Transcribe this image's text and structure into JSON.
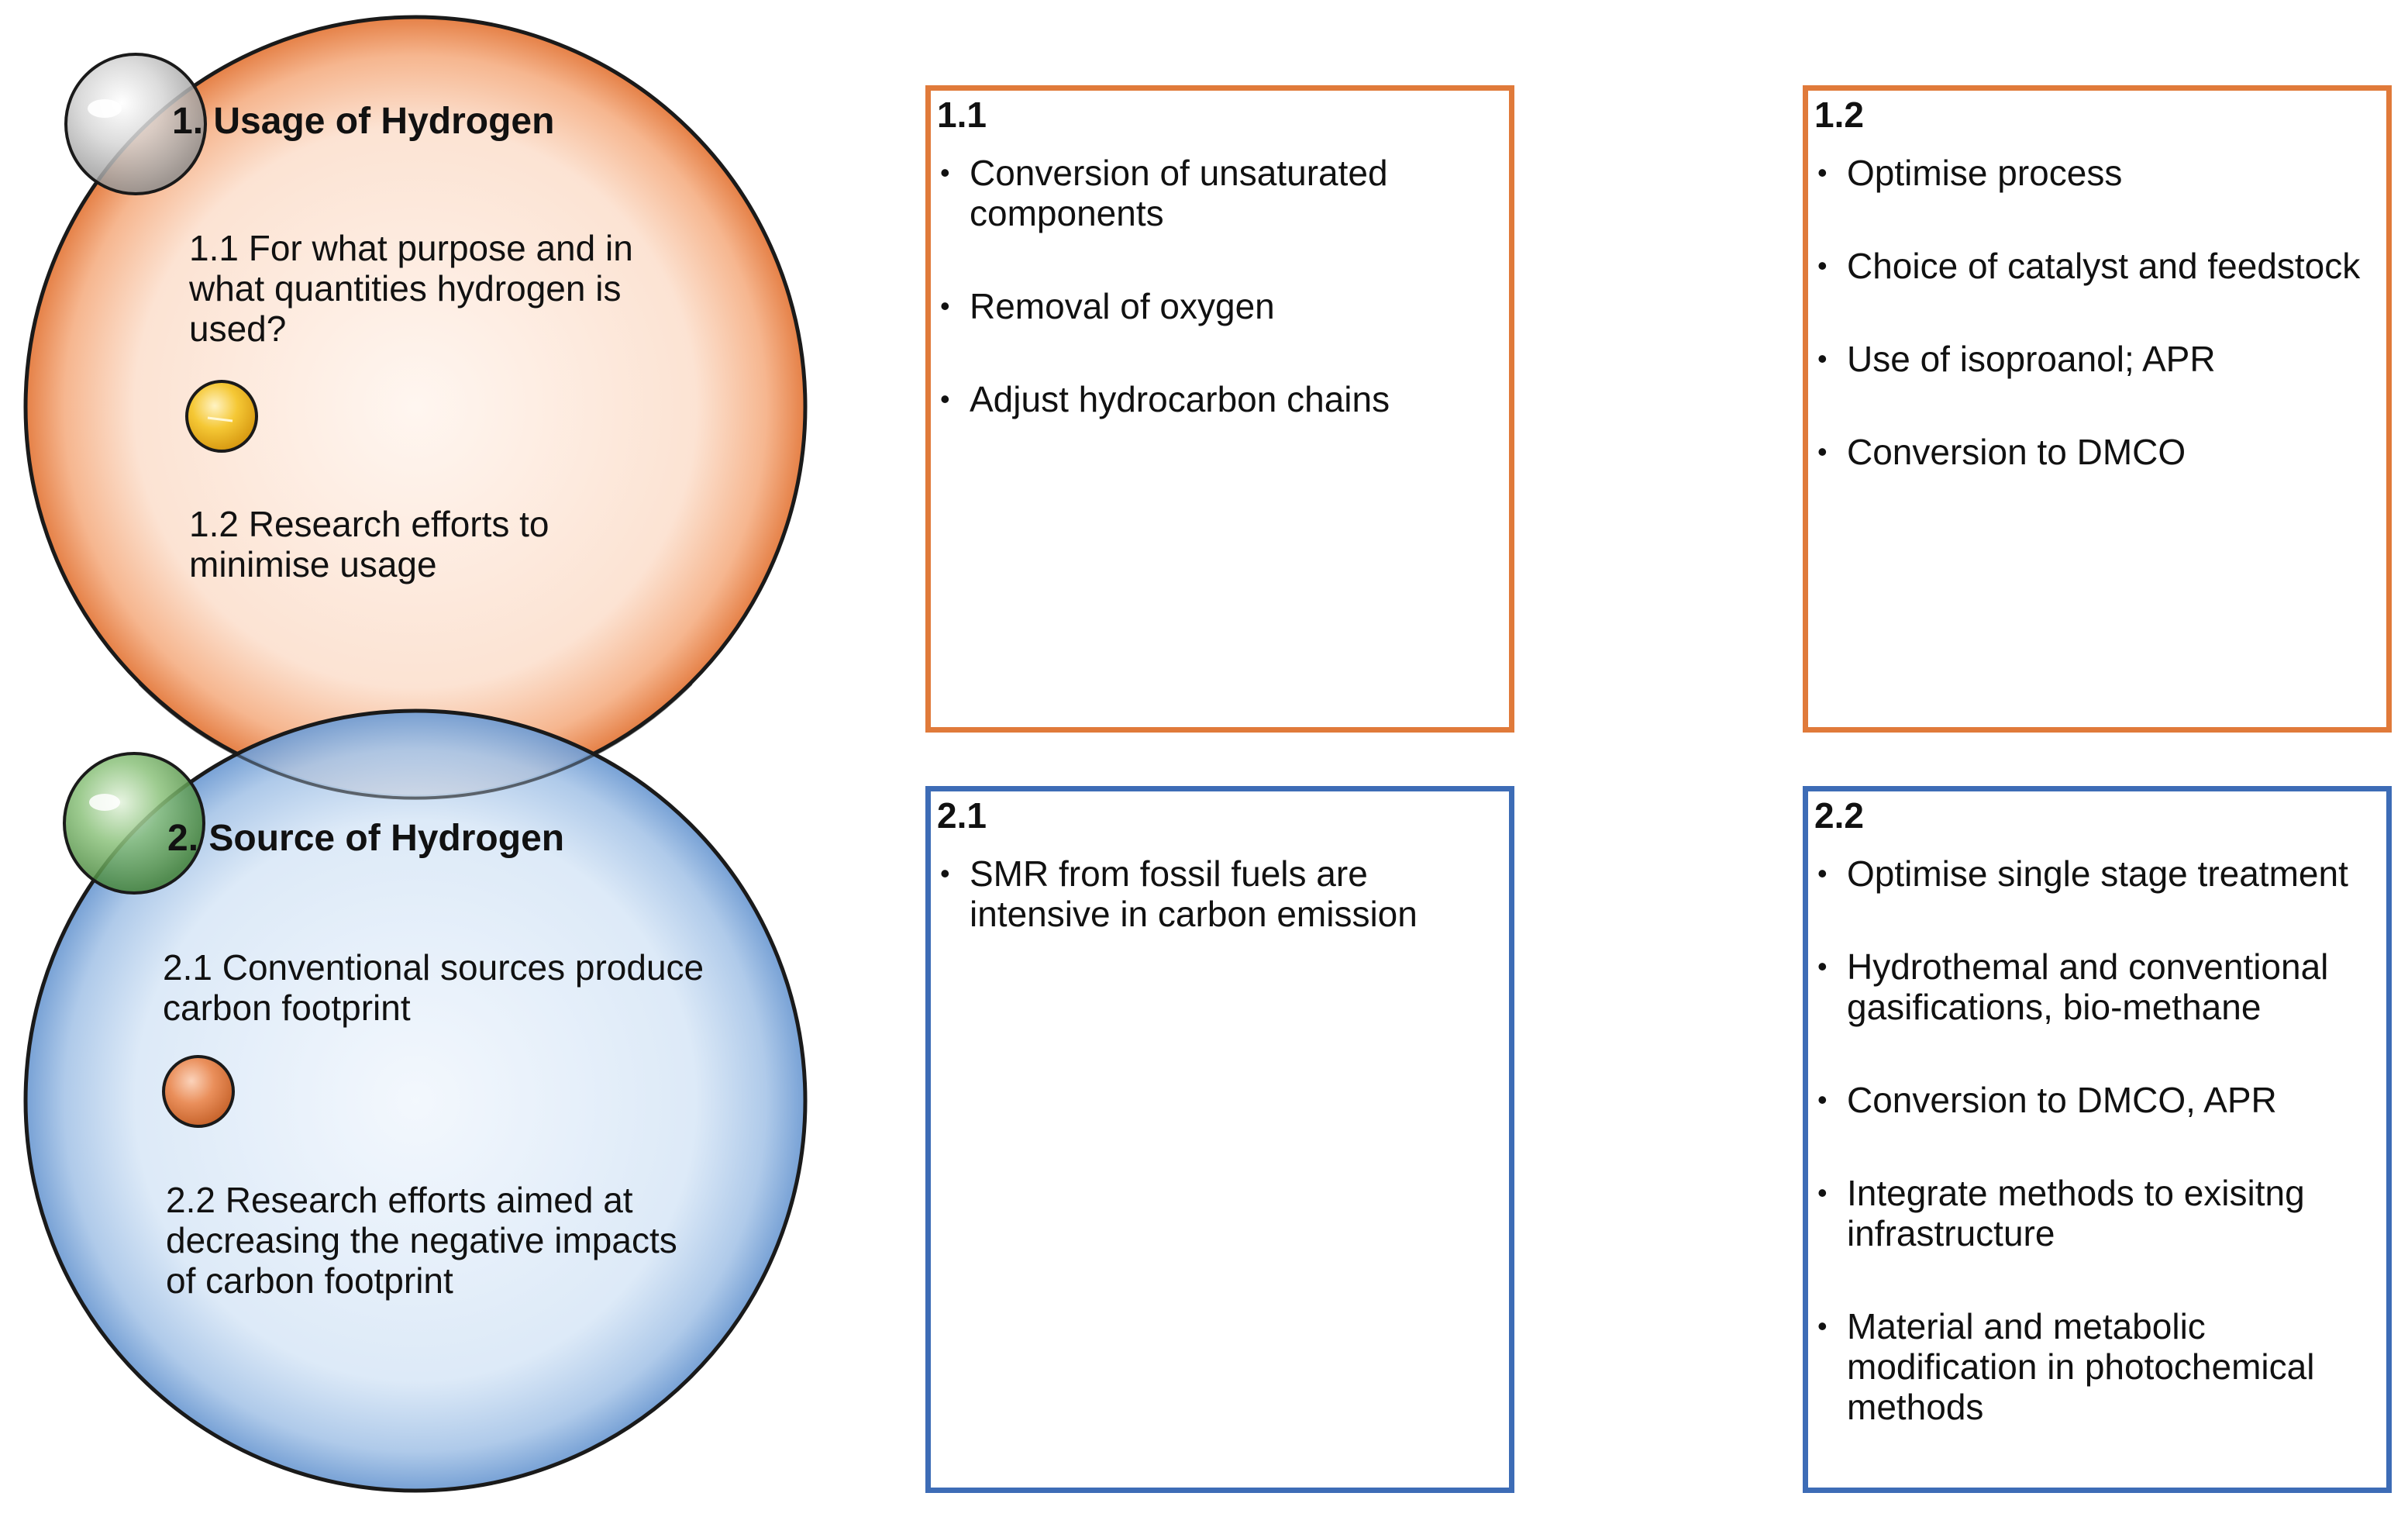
{
  "colors": {
    "orange": "#e07a3a",
    "blue": "#3d6cb6",
    "orange_fill": "#fbe3d2",
    "blue_fill": "#dbe8f6",
    "grey_bubble": "#b9b9b9",
    "green_bubble": "#6aa85c",
    "yellow_bubble": "#f2c12e",
    "orange_bubble": "#e98a55"
  },
  "circle_usage": {
    "title": "1. Usage of Hydrogen",
    "item_1": "1.1 For what purpose and in what quantities hydrogen is used?",
    "item_2": "1.2 Research efforts to minimise usage"
  },
  "circle_source": {
    "title": "2. Source of Hydrogen",
    "item_1": "2.1 Conventional sources produce carbon footprint",
    "item_2": "2.2 Research efforts aimed at decreasing the  negative impacts of carbon footprint"
  },
  "boxes": {
    "b11": {
      "label": "1.1",
      "items": [
        "Conversion of unsaturated components",
        "Removal of oxygen",
        "Adjust hydrocarbon chains"
      ]
    },
    "b12": {
      "label": "1.2",
      "items": [
        "Optimise process",
        "Choice of catalyst and feedstock",
        "Use of isoproanol; APR",
        "Conversion to DMCO"
      ]
    },
    "b21": {
      "label": "2.1",
      "items": [
        "SMR from fossil fuels are intensive in carbon emission"
      ]
    },
    "b22": {
      "label": "2.2",
      "items": [
        "Optimise single stage treatment",
        "Hydrothemal and conventional gasifications, bio-methane",
        "Conversion to DMCO, APR",
        "Integrate methods to exisitng infrastructure",
        "Material and metabolic modification in photochemical methods"
      ]
    }
  }
}
